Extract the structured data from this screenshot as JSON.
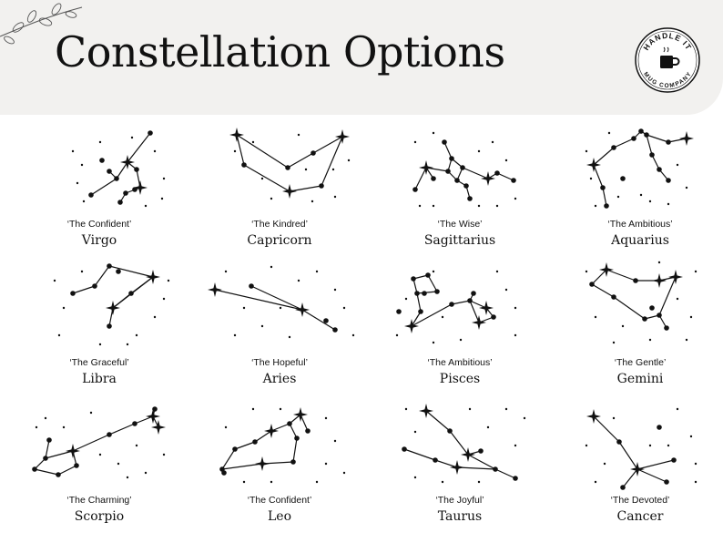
{
  "header": {
    "title": "Constellation Options",
    "logo": {
      "top_text": "HANDLE IT",
      "bottom_text": "MUG COMPANY",
      "icon": "mug-icon"
    },
    "decoration_icon": "leaf-sprig-icon"
  },
  "colors": {
    "header_bg": "#f2f1ef",
    "ink": "#111111"
  },
  "constellations": [
    {
      "nickname": "‘The Confident’",
      "sign": "Virgo"
    },
    {
      "nickname": "‘The Kindred’",
      "sign": "Capricorn"
    },
    {
      "nickname": "‘The Wise’",
      "sign": "Sagittarius"
    },
    {
      "nickname": "‘The Ambitious’",
      "sign": "Aquarius"
    },
    {
      "nickname": "‘The Graceful’",
      "sign": "Libra"
    },
    {
      "nickname": "‘The Hopeful’",
      "sign": "Aries"
    },
    {
      "nickname": "‘The Ambitious’",
      "sign": "Pisces"
    },
    {
      "nickname": "‘The Gentle’",
      "sign": "Gemini"
    },
    {
      "nickname": "‘The Charming’",
      "sign": "Scorpio"
    },
    {
      "nickname": "‘The Confident’",
      "sign": "Leo"
    },
    {
      "nickname": "‘The Joyful’",
      "sign": "Taurus"
    },
    {
      "nickname": "‘The Devoted’",
      "sign": "Cancer"
    }
  ]
}
